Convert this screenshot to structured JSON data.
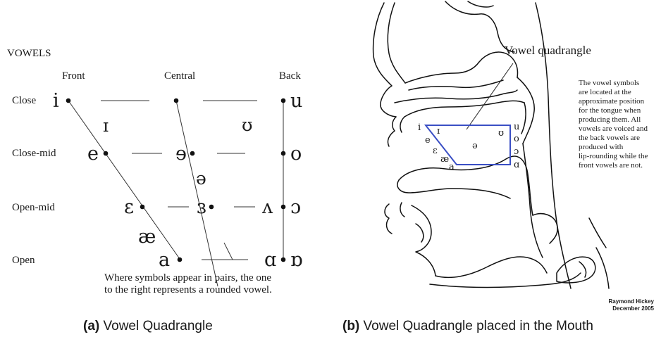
{
  "panel_a": {
    "heading": "VOWELS",
    "columns": {
      "front": "Front",
      "central": "Central",
      "back": "Back"
    },
    "rows": {
      "close": "Close",
      "close_mid": "Close-mid",
      "open_mid": "Open-mid",
      "open": "Open"
    },
    "symbols": {
      "i": "i",
      "u": "u",
      "small_i": "ɪ",
      "upsilon": "ʊ",
      "e": "e",
      "schwa_r": "ɘ",
      "o": "o",
      "schwa": "ə",
      "epsilon": "ɛ",
      "rev_epsilon": "ɜ",
      "wedge": "ʌ",
      "open_o": "ɔ",
      "ae": "æ",
      "a": "a",
      "alpha": "ɑ",
      "turned_alpha": "ɒ"
    },
    "note_line1": "Where symbols appear in pairs, the one",
    "note_line2": "to the right represents a rounded vowel."
  },
  "panel_b": {
    "label": "Vowel quadrangle",
    "description": [
      "The vowel symbols",
      "are located at the",
      "approximate position",
      "for the tongue when",
      "producing them. All",
      "vowels are voiced and",
      "the back vowels are",
      "produced with",
      "lip-rounding while the",
      "front vowels are not."
    ],
    "credit_line1": "Raymond Hickey",
    "credit_line2": "December 2005",
    "symbols": {
      "i": "i",
      "small_i": "ɪ",
      "e": "e",
      "epsilon": "ɛ",
      "ae": "æ",
      "a": "a",
      "schwa": "ə",
      "upsilon": "ʊ",
      "u": "u",
      "o": "o",
      "open_o": "ɔ",
      "alpha": "ɑ"
    },
    "quad_color": "#3a4fc4"
  },
  "captions": {
    "a_tag": "(a)",
    "a_text": "Vowel Quadrangle",
    "b_tag": "(b)",
    "b_text": "Vowel Quadrangle placed in the Mouth"
  }
}
